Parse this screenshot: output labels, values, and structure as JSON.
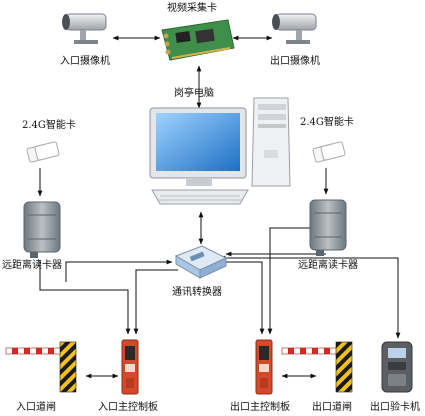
{
  "labels": {
    "video_card": "视频采集卡",
    "entry_camera": "入口摄像机",
    "exit_camera": "出口摄像机",
    "booth_pc": "岗亭电脑",
    "card_left": "2.4G智能卡",
    "card_right": "2.4G智能卡",
    "reader_left": "远距离读卡器",
    "reader_right": "远距离读卡器",
    "converter": "通讯转换器",
    "entry_gate": "入口道闸",
    "entry_controller": "入口主控制板",
    "exit_controller": "出口主控制板",
    "exit_gate": "出口道闸",
    "exit_verifier": "出口验卡机"
  },
  "colors": {
    "line": "#111111",
    "camera_body": "#c9cdd2",
    "monitor_screen": "#2f86d6",
    "pc_case": "#eef0f2",
    "reader": "#8e979e",
    "converter": "#a9c6e4",
    "gate_post": "#f3c21a",
    "gate_stripe": "#1a1a1a",
    "controller_red": "#d24a2a",
    "verifier": "#5b5f63",
    "circuit_board": "#3f8f4a"
  }
}
